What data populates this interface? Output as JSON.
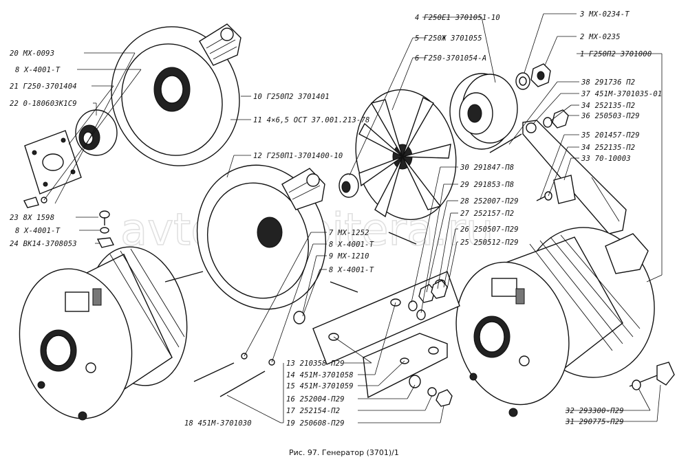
{
  "caption": "Рис. 97. Генератор (3701)/1",
  "watermark": "avtomir-pitera.ru",
  "labels": [
    {
      "id": "l20",
      "text": "20  MX-0093"
    },
    {
      "id": "l8a",
      "text": "8  X-4001-T"
    },
    {
      "id": "l21",
      "text": "21  Г250-3701404"
    },
    {
      "id": "l22",
      "text": "22  0-180603К1С9"
    },
    {
      "id": "l23",
      "text": "23  8X 1598"
    },
    {
      "id": "l8b",
      "text": "8  X-4001-T"
    },
    {
      "id": "l24",
      "text": "24  ВК14-3708053"
    },
    {
      "id": "l10",
      "text": "10  Г250П2 3701401"
    },
    {
      "id": "l11",
      "text": "11  4×6,5 ОСТ 37.001.213-78"
    },
    {
      "id": "l12",
      "text": "12  Г250П1-3701400-10"
    },
    {
      "id": "l4",
      "text": "4  Г250Е1 3701051-10"
    },
    {
      "id": "l5",
      "text": "5  Г250Ж 3701055"
    },
    {
      "id": "l6",
      "text": "6  Г250-3701054-А"
    },
    {
      "id": "l3",
      "text": "3  MX-0234-T"
    },
    {
      "id": "l2",
      "text": "2  MX-0235"
    },
    {
      "id": "l1",
      "text": "1  Г250П2 3701000"
    },
    {
      "id": "l38",
      "text": "38  291736  П2"
    },
    {
      "id": "l37",
      "text": "37  451М-3701035-01"
    },
    {
      "id": "l34a",
      "text": "34  252135-П2"
    },
    {
      "id": "l36",
      "text": "36  250503-П29"
    },
    {
      "id": "l35",
      "text": "35  201457-П29"
    },
    {
      "id": "l34b",
      "text": "34  252135-П2"
    },
    {
      "id": "l33",
      "text": "33  70-10003"
    },
    {
      "id": "l30",
      "text": "30  291847-П8"
    },
    {
      "id": "l29",
      "text": "29  291853-П8"
    },
    {
      "id": "l28",
      "text": "28  252007-П29"
    },
    {
      "id": "l27",
      "text": "27  252157-П2"
    },
    {
      "id": "l26",
      "text": "26  250507-П29"
    },
    {
      "id": "l25",
      "text": "25  250512-П29"
    },
    {
      "id": "l7",
      "text": "7  MX-1252"
    },
    {
      "id": "l8c",
      "text": "8  X-4001-T"
    },
    {
      "id": "l9",
      "text": "9  MX-1210"
    },
    {
      "id": "l8d",
      "text": "8  X-4001-T"
    },
    {
      "id": "l13",
      "text": "13  210358-П29"
    },
    {
      "id": "l14",
      "text": "14  451М-3701058"
    },
    {
      "id": "l15",
      "text": "15  451М-3701059"
    },
    {
      "id": "l16",
      "text": "16  252004-П29"
    },
    {
      "id": "l17",
      "text": "17  252154-П2"
    },
    {
      "id": "l19",
      "text": "19  250608-П29"
    },
    {
      "id": "l18",
      "text": "18  451М-3701030"
    },
    {
      "id": "l32",
      "text": "32  293300-П29"
    },
    {
      "id": "l31",
      "text": "31  290775-П29"
    }
  ]
}
